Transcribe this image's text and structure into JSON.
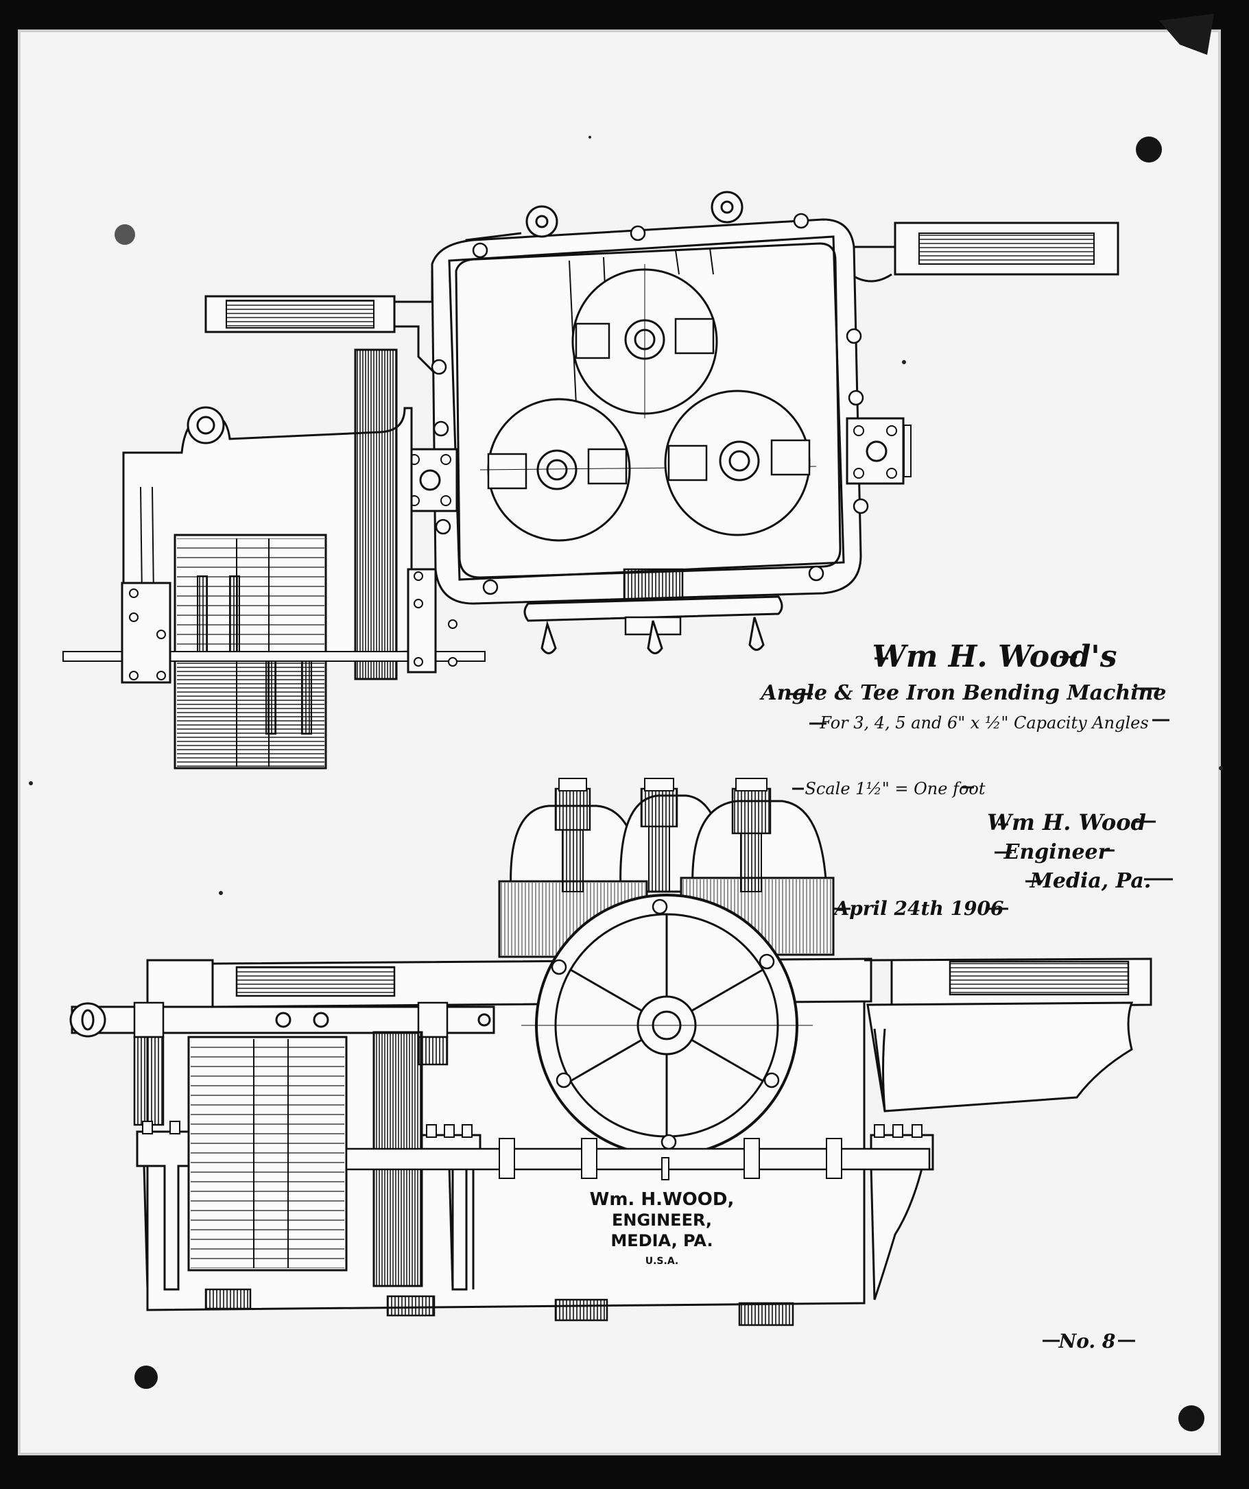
{
  "drawing": {
    "title_name": "Wm H. Wood's",
    "machine": "Angle & Tee Iron Bending Machine",
    "capacity": "For 3, 4, 5 and 6\" x ½\" Capacity Angles",
    "scale": "Scale 1½\" = One foot",
    "engineer_name": "Wm H. Wood",
    "engineer_title": "Engineer",
    "engineer_location": "Media, Pa.",
    "date": "April 24th 1906",
    "sheet_number": "No. 8"
  },
  "stamp": {
    "line1": "Wm. H.WOOD,",
    "line2": "ENGINEER,",
    "line3": "MEDIA, PA.",
    "line4": "U.S.A."
  },
  "colors": {
    "paper": "#f4f4f4",
    "ink": "#111111",
    "background": "#0a0a0a"
  }
}
